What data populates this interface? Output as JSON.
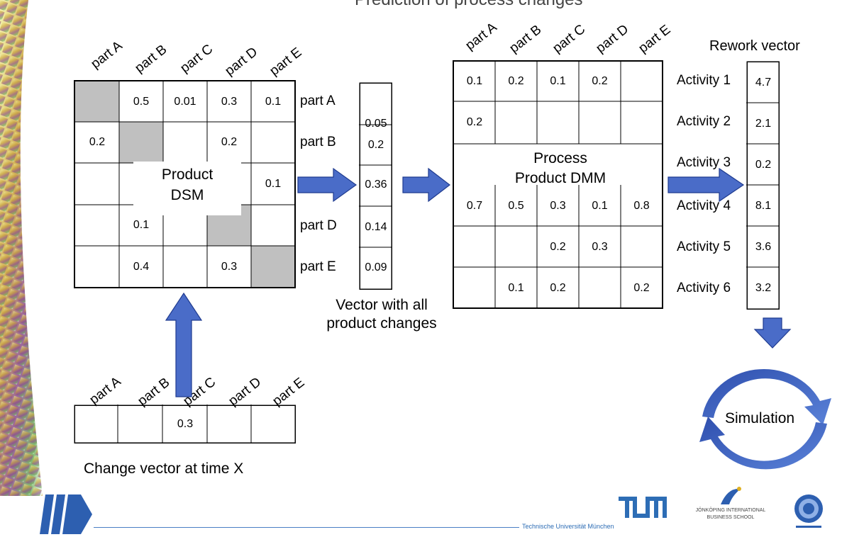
{
  "title_partial": "Prediction of process changes",
  "dsm": {
    "col_headers": [
      "part A",
      "part B",
      "part C",
      "part D",
      "part E"
    ],
    "row_labels": [
      "part A",
      "part B",
      "",
      "part D",
      "part E"
    ],
    "rows": [
      [
        "",
        "0.5",
        "0.01",
        "0.3",
        "0.1"
      ],
      [
        "0.2",
        "",
        "",
        "0.2",
        ""
      ],
      [
        "",
        "(",
        "",
        "",
        "0.1"
      ],
      [
        "",
        "0.1",
        "",
        "",
        ""
      ],
      [
        "",
        "0.4",
        "",
        "0.3",
        ""
      ]
    ],
    "label_line1": "Product",
    "label_line2": "DSM"
  },
  "product_vector": {
    "values": [
      "0.05",
      "0.2",
      "0.36",
      "0.14",
      "0.09"
    ],
    "caption_line1": "Vector with all",
    "caption_line2": "product changes"
  },
  "dmm": {
    "col_headers": [
      "part A",
      "part B",
      "part C",
      "part D",
      "part E"
    ],
    "rows": [
      [
        "0.1",
        "0.2",
        "0.1",
        "0.2",
        ""
      ],
      [
        "0.2",
        "",
        "",
        "",
        ""
      ],
      [
        "",
        "",
        "",
        "",
        ""
      ],
      [
        "0.7",
        "0.5",
        "0.3",
        "0.1",
        "0.8"
      ],
      [
        "",
        "",
        "0.2",
        "0.3",
        ""
      ],
      [
        "",
        "0.1",
        "0.2",
        "",
        "0.2"
      ]
    ],
    "label_line1": "Process",
    "label_line2": "Product DMM"
  },
  "rework": {
    "title": "Rework vector",
    "activities": [
      "Activity 1",
      "Activity 2",
      "Activity 3",
      "Activity 4",
      "Activity 5",
      "Activity 6"
    ],
    "values": [
      "4.7",
      "2.1",
      "0.2",
      "8.1",
      "3.6",
      "3.2"
    ]
  },
  "change_vector": {
    "col_headers": [
      "part A",
      "part B",
      "part C",
      "part D",
      "part E"
    ],
    "values": [
      "",
      "",
      "0.3",
      "",
      ""
    ],
    "caption": "Change vector at time X"
  },
  "simulation": {
    "label": "Simulation"
  },
  "footer": {
    "tum_text": "Technische Universität München",
    "jibs_line1": "JÖNKÖPING INTERNATIONAL",
    "jibs_line2": "BUSINESS SCHOOL"
  },
  "colors": {
    "arrow": "#4a6cc8",
    "arrow_stroke": "#1f3b8f",
    "shade": "#c0c0c0",
    "tum_blue": "#2d6db5"
  }
}
